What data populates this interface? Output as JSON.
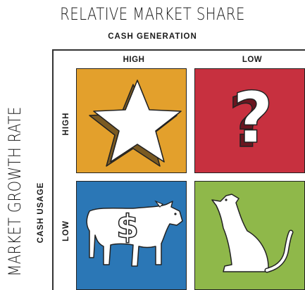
{
  "header": {
    "title": "RELATIVE MARKET SHARE",
    "subtitle": "CASH GENERATION",
    "col_high": "HIGH",
    "col_low": "LOW"
  },
  "side": {
    "title": "MARKET GROWTH RATE",
    "subtitle": "CASH USAGE",
    "row_high": "HIGH",
    "row_low": "LOW"
  },
  "quadrants": [
    {
      "name": "star",
      "color": "#e3a02c",
      "icon": "star-icon"
    },
    {
      "name": "question-mark",
      "color": "#c7303f",
      "icon": "question-mark-icon"
    },
    {
      "name": "cash-cow",
      "color": "#2b77b6",
      "icon": "cow-icon"
    },
    {
      "name": "dog",
      "color": "#8fb84a",
      "icon": "dog-icon"
    }
  ],
  "cow_symbol": "$",
  "question_symbol": "?"
}
